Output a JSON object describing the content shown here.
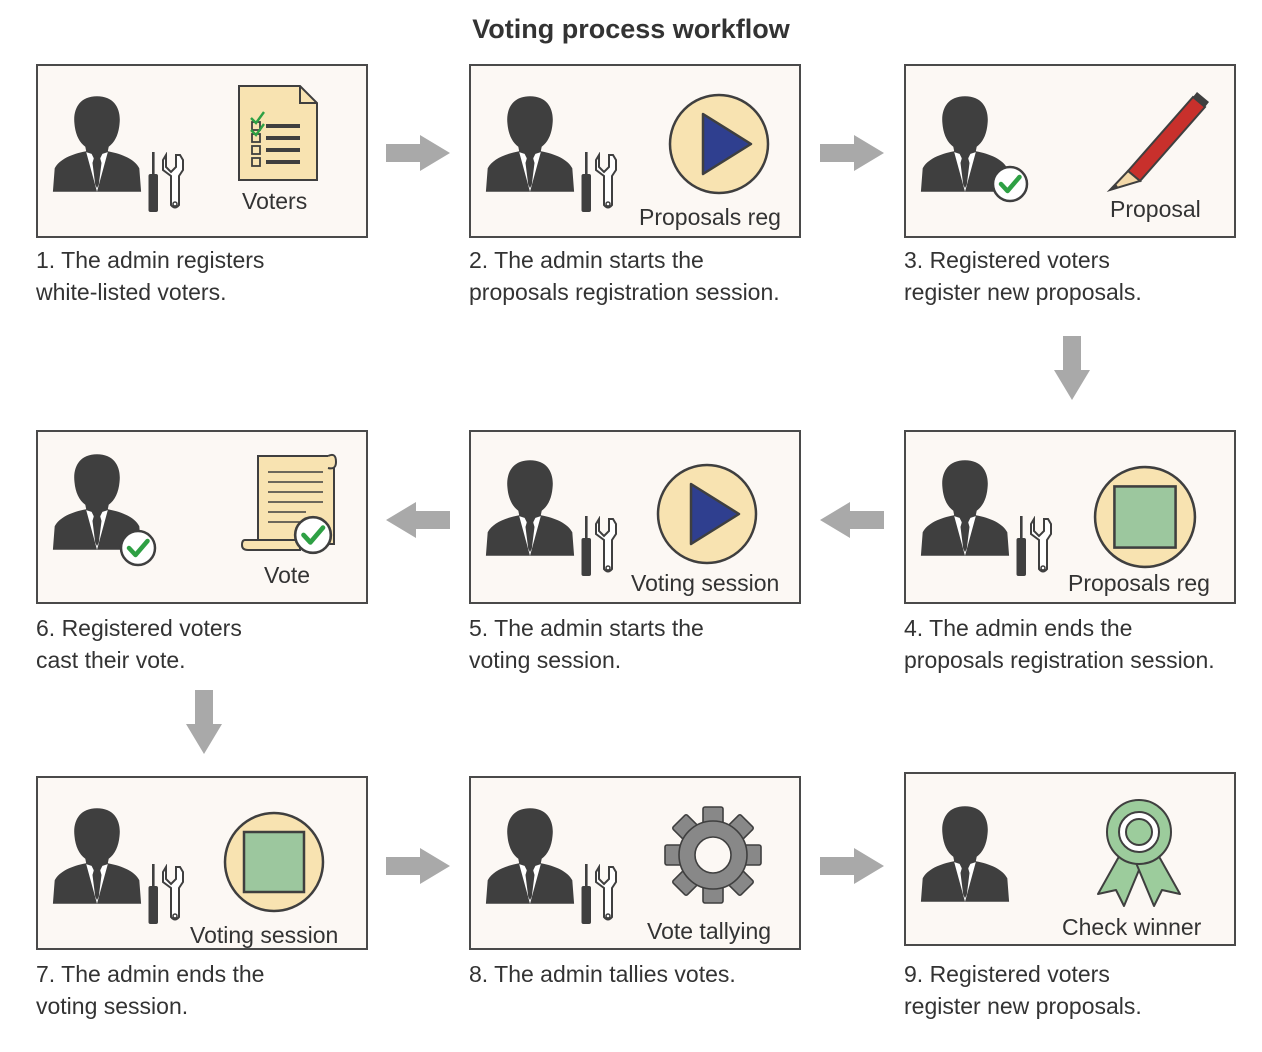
{
  "title": "Voting process workflow",
  "colors": {
    "border": "#4a4a4a",
    "box_fill": "#fcf8f4",
    "person": "#3f3f3f",
    "arrow": "#a9a9a9",
    "play_blue": "#2f3f8f",
    "circle_fill": "#f8e3b1",
    "square_green": "#9cc79e",
    "check_green": "#2ea044",
    "pencil_red": "#c8302c",
    "gear_gray": "#888888",
    "rosette_green": "#9ccc9c"
  },
  "steps": [
    {
      "label": "Voters",
      "icon": "checklist-document-icon",
      "caption_lines": [
        "1. The admin registers",
        "white-listed voters."
      ]
    },
    {
      "label": "Proposals reg",
      "icon": "play-circle-icon",
      "caption_lines": [
        "2. The admin starts the",
        "proposals registration session."
      ]
    },
    {
      "label": "Proposal",
      "icon": "pencil-icon",
      "caption_lines": [
        "3. Registered voters",
        "register new proposals."
      ]
    },
    {
      "label": "Proposals reg",
      "icon": "stop-circle-icon",
      "caption_lines": [
        "4. The admin ends the",
        "proposals registration session."
      ]
    },
    {
      "label": "Voting session",
      "icon": "play-circle-icon",
      "caption_lines": [
        "5. The admin starts the",
        "voting session."
      ]
    },
    {
      "label": "Vote",
      "icon": "scroll-check-icon",
      "caption_lines": [
        "6. Registered voters",
        "cast their vote."
      ]
    },
    {
      "label": "Voting session",
      "icon": "stop-circle-icon",
      "caption_lines": [
        "7. The admin ends the",
        "voting session."
      ]
    },
    {
      "label": "Vote tallying",
      "icon": "gear-icon",
      "caption_lines": [
        "8. The admin tallies votes."
      ]
    },
    {
      "label": "Check winner",
      "icon": "award-ribbon-icon",
      "caption_lines": [
        "9. Registered voters",
        "register new proposals."
      ]
    }
  ]
}
